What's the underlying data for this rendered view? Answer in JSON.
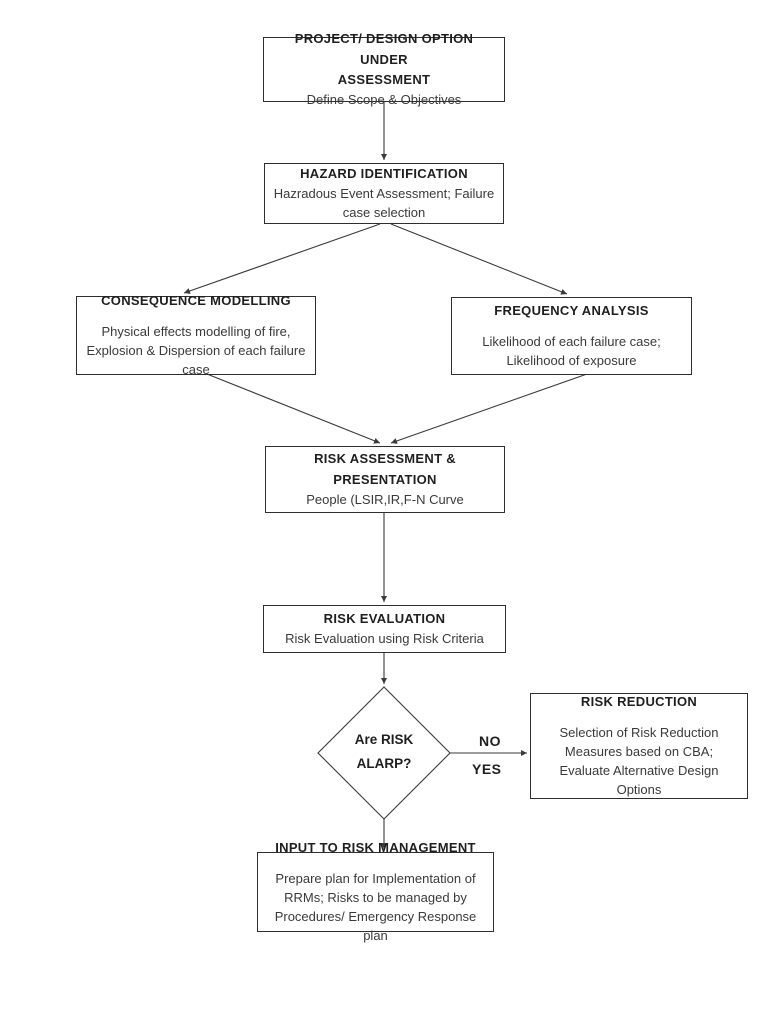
{
  "diagram": {
    "type": "flowchart",
    "subject": "Quantitative Risk Assessment (QRA) process flow"
  },
  "nodes": {
    "project": {
      "title": "PROJECT/ DESIGN OPTION UNDER\nASSESSMENT",
      "body": "Define Scope & Objectives"
    },
    "hazard": {
      "title": "HAZARD IDENTIFICATION",
      "body": "Hazradous Event Assessment; Failure\ncase selection"
    },
    "consequence": {
      "title": "CONSEQUENCE MODELLING",
      "body": "Physical effects modelling of fire,\nExplosion & Dispersion of each failure\ncase"
    },
    "frequency": {
      "title": "FREQUENCY ANALYSIS",
      "body": "Likelihood of each failure case;\nLikelihood of exposure"
    },
    "assessment": {
      "title": "RISK ASSESSMENT &\nPRESENTATION",
      "body": "People (LSIR,IR,F-N Curve"
    },
    "evaluation": {
      "title": "RISK EVALUATION",
      "body": "Risk Evaluation using Risk Criteria"
    },
    "decision": {
      "title": "Are RISK\nALARP?"
    },
    "reduction": {
      "title": "RISK REDUCTION",
      "body": "Selection of Risk Reduction\nMeasures based on CBA;\nEvaluate Alternative Design\nOptions"
    },
    "input": {
      "title": "INPUT TO RISK MANAGEMENT",
      "body": "Prepare plan for Implementation of\nRRMs; Risks to be managed by\nProcedures/ Emergency Response plan"
    }
  },
  "edge_labels": {
    "no": "NO",
    "yes": "YES"
  },
  "colors": {
    "line": "#3a3a3a",
    "border": "#2e2e2e",
    "title_text": "#1f1f1f",
    "body_text": "#3a3a3a",
    "background": "#ffffff"
  }
}
